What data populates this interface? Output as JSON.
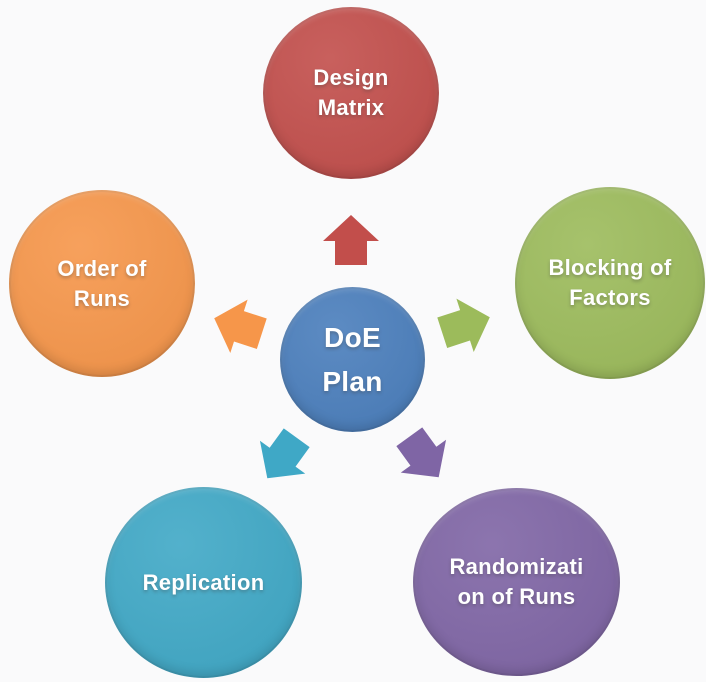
{
  "diagram": {
    "background_color": "#fafafb",
    "text_color": "#ffffff",
    "center_node": {
      "id": "doe-plan",
      "label_lines": [
        "DoE",
        "Plan"
      ],
      "color": "#4a7ebc"
    },
    "nodes": [
      {
        "id": "design-matrix",
        "position": "top",
        "label_lines": [
          "Design",
          "Matrix"
        ],
        "color": "#c24e4b"
      },
      {
        "id": "order-of-runs",
        "position": "upper-left",
        "label_lines": [
          "Order of",
          "Runs"
        ],
        "color": "#f6964a"
      },
      {
        "id": "blocking-of-factors",
        "position": "upper-right",
        "label_lines": [
          "Blocking of",
          "Factors"
        ],
        "color": "#9cbb5b"
      },
      {
        "id": "replication",
        "position": "lower-left",
        "label_lines": [
          "Replication"
        ],
        "color": "#3fa8c6"
      },
      {
        "id": "randomization-of-runs",
        "position": "lower-right",
        "label_lines": [
          "Randomizati",
          "on of Runs"
        ],
        "color": "#7f65a5"
      }
    ],
    "arrows": [
      {
        "direction": "up",
        "color": "#c24e4b"
      },
      {
        "direction": "up-left",
        "color": "#f6964a"
      },
      {
        "direction": "up-right",
        "color": "#9cbb5b"
      },
      {
        "direction": "down-left",
        "color": "#3fa8c6"
      },
      {
        "direction": "down-right",
        "color": "#7f65a5"
      }
    ]
  }
}
